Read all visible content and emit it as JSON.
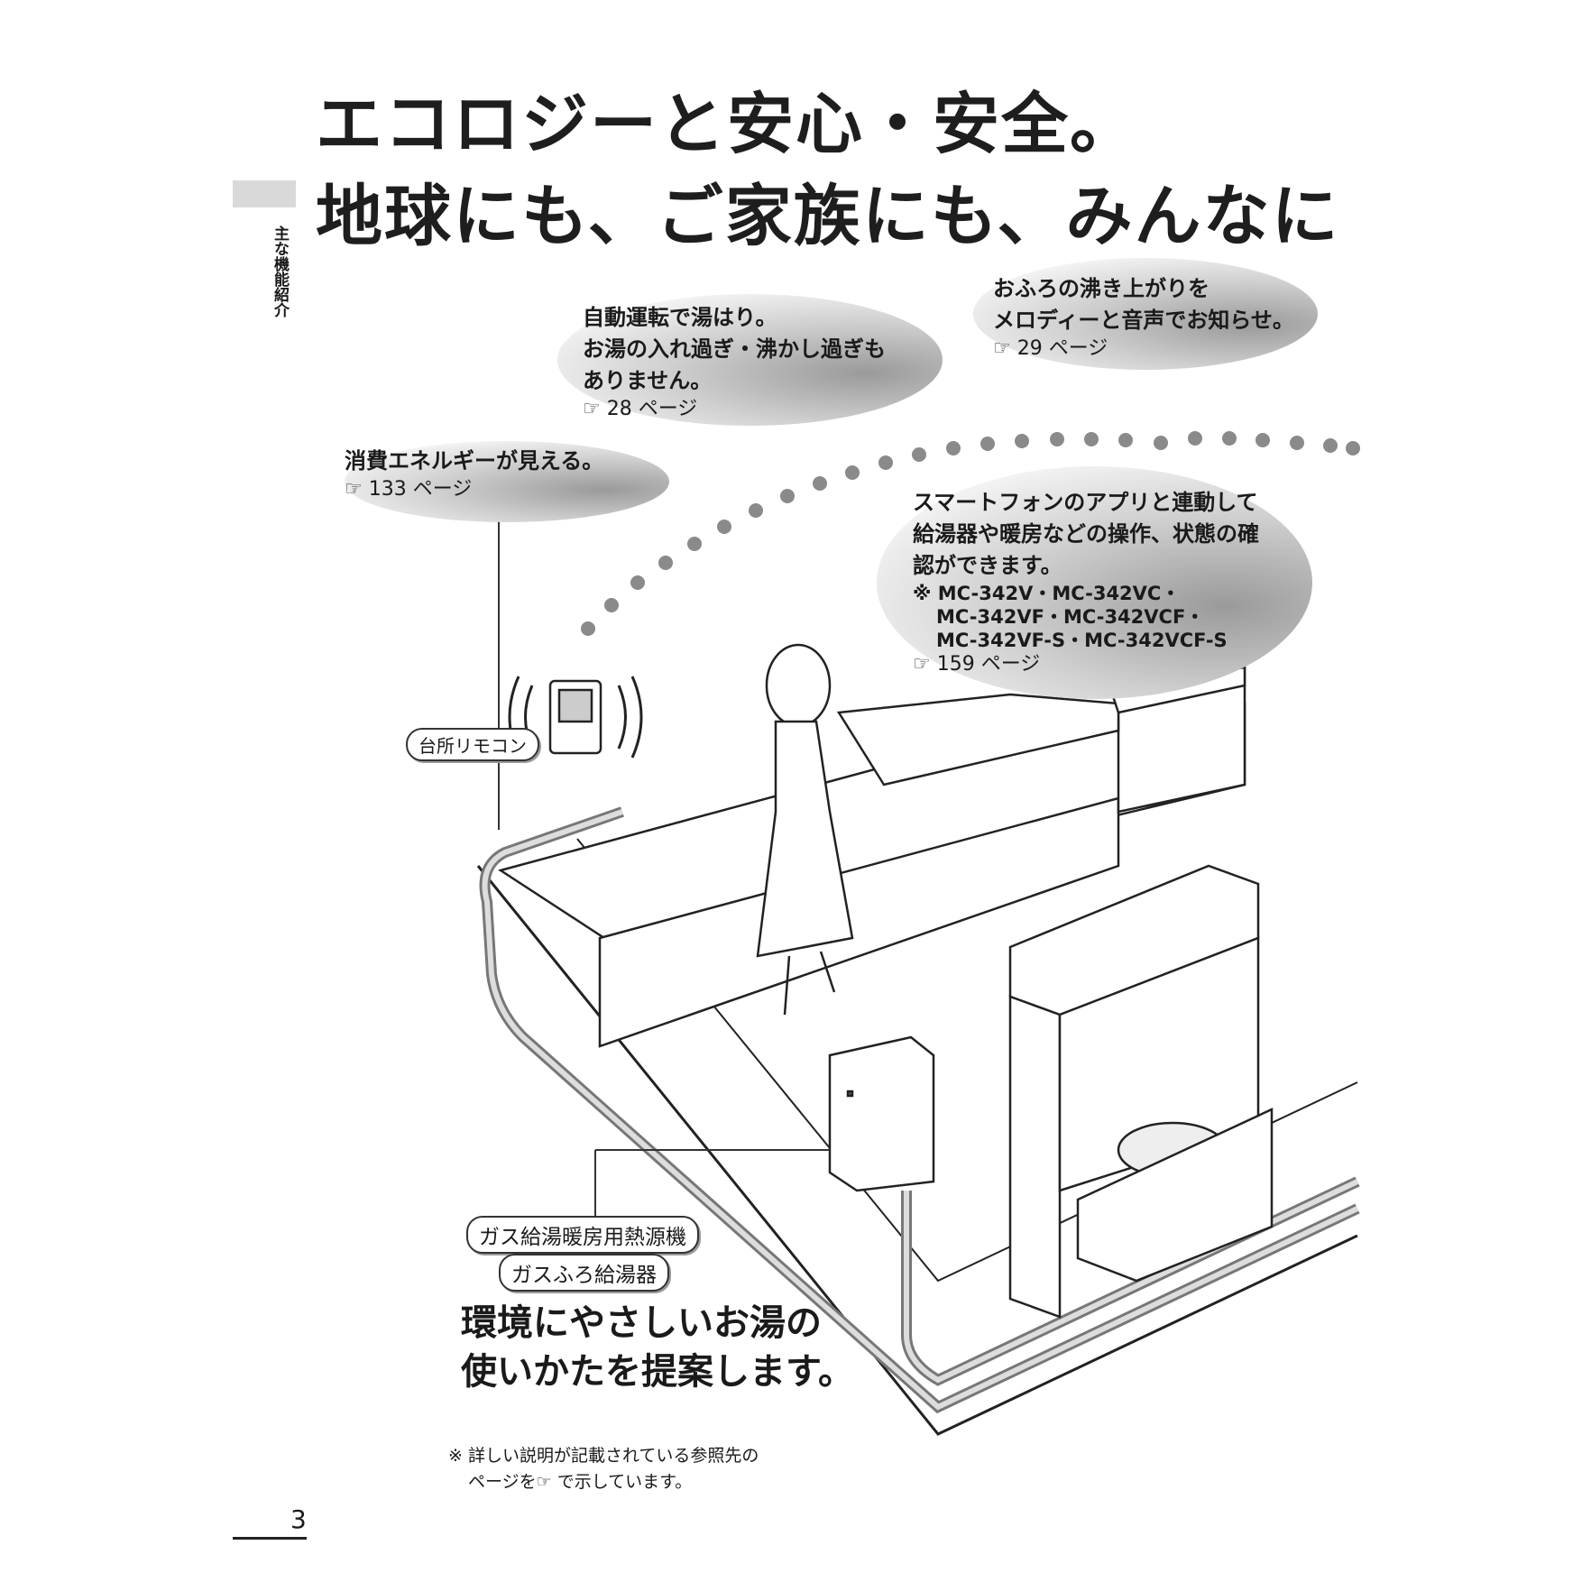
{
  "title": {
    "line1": "エコロジーと安心・安全。",
    "line2": "地球にも、ご家族にも、みんなに"
  },
  "side_label": "主な機能紹介",
  "bubbles": [
    {
      "lines": [
        "自動運転で湯はり。",
        "お湯の入れ過ぎ・沸かし過ぎも",
        "ありません。"
      ],
      "ref": "☞ 28 ページ"
    },
    {
      "lines": [
        "おふろの沸き上がりを",
        "メロディーと音声でお知らせ。"
      ],
      "ref": "☞ 29 ページ"
    },
    {
      "lines": [
        "消費エネルギーが見える。"
      ],
      "ref": "☞ 133 ページ"
    },
    {
      "lines": [
        "スマートフォンのアプリと連動して",
        "給湯器や暖房などの操作、状態の確",
        "認ができます。"
      ],
      "models": [
        "※ MC-342V・MC-342VC・",
        "MC-342VF・MC-342VCF・",
        "MC-342VF-S・MC-342VCF-S"
      ],
      "ref": "☞ 159 ページ"
    }
  ],
  "labels": {
    "remote": "台所リモコン",
    "heater1": "ガス給湯暖房用熱源機",
    "heater2": "ガスふろ給湯器"
  },
  "message": [
    "環境にやさしいお湯の",
    "使いかたを提案します。"
  ],
  "footnote": [
    "※ 詳しい説明が記載されている参照先の",
    "ページを☞ で示しています。"
  ],
  "page_number": "3"
}
